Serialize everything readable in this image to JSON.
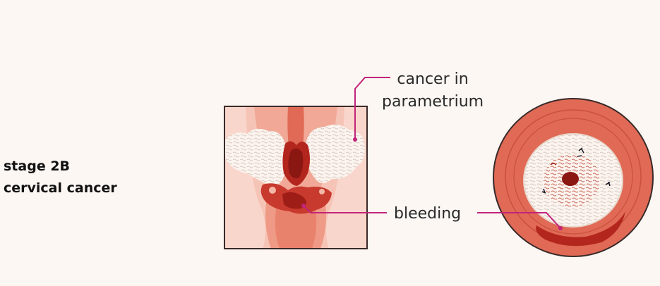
{
  "title": {
    "line1": "stage 2B",
    "line2": "cervical cancer"
  },
  "labels": {
    "parametrium_line1": "cancer in",
    "parametrium_line2": "parametrium",
    "bleeding": "bleeding"
  },
  "colors": {
    "background": "#fcf7f3",
    "tissue_light": "#f6c4b6",
    "tissue_mid": "#ef9a86",
    "tissue_dark": "#e06a55",
    "blood": "#b3261e",
    "blood_dark": "#8a1712",
    "tumor": "#fbf4ef",
    "leader": "#c2247a",
    "outline": "#3a2a2a"
  }
}
